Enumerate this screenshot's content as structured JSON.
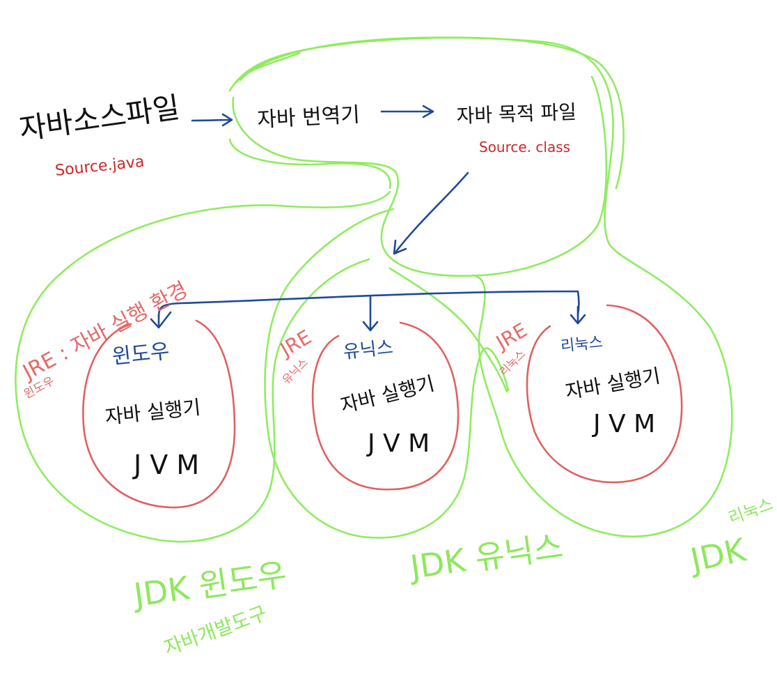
{
  "nodes": {
    "source_file": {
      "label": "자바소스파일",
      "file": "Source.java"
    },
    "compiler": {
      "label": "자바 번역기"
    },
    "class_file": {
      "label": "자바 목적 파일",
      "file": "Source. class"
    }
  },
  "platforms": [
    {
      "id": "windows",
      "os": "윈도우",
      "runtime": "자바 실행기",
      "vm": "J V M",
      "jre": "JRE : 자바 실행 환경",
      "jre_os": "윈도우",
      "jdk": "JDK 윈도우",
      "jdk_note": "자바개발도구"
    },
    {
      "id": "unix",
      "os": "유닉스",
      "runtime": "자바 실행기",
      "vm": "J V M",
      "jre": "JRE",
      "jre_os": "유닉스",
      "jdk": "JDK 유닉스"
    },
    {
      "id": "linux",
      "os": "리눅스",
      "runtime": "자바 실행기",
      "vm": "J V M",
      "jre": "JRE",
      "jre_os": "리눅스",
      "jdk": "JDK",
      "jdk_os": "리눅스"
    }
  ],
  "colors": {
    "ink": "#111111",
    "file_red": "#c8282b",
    "jre_red": "#e06060",
    "arrow_blue": "#1f4a98",
    "jdk_green": "#8fec5f"
  }
}
